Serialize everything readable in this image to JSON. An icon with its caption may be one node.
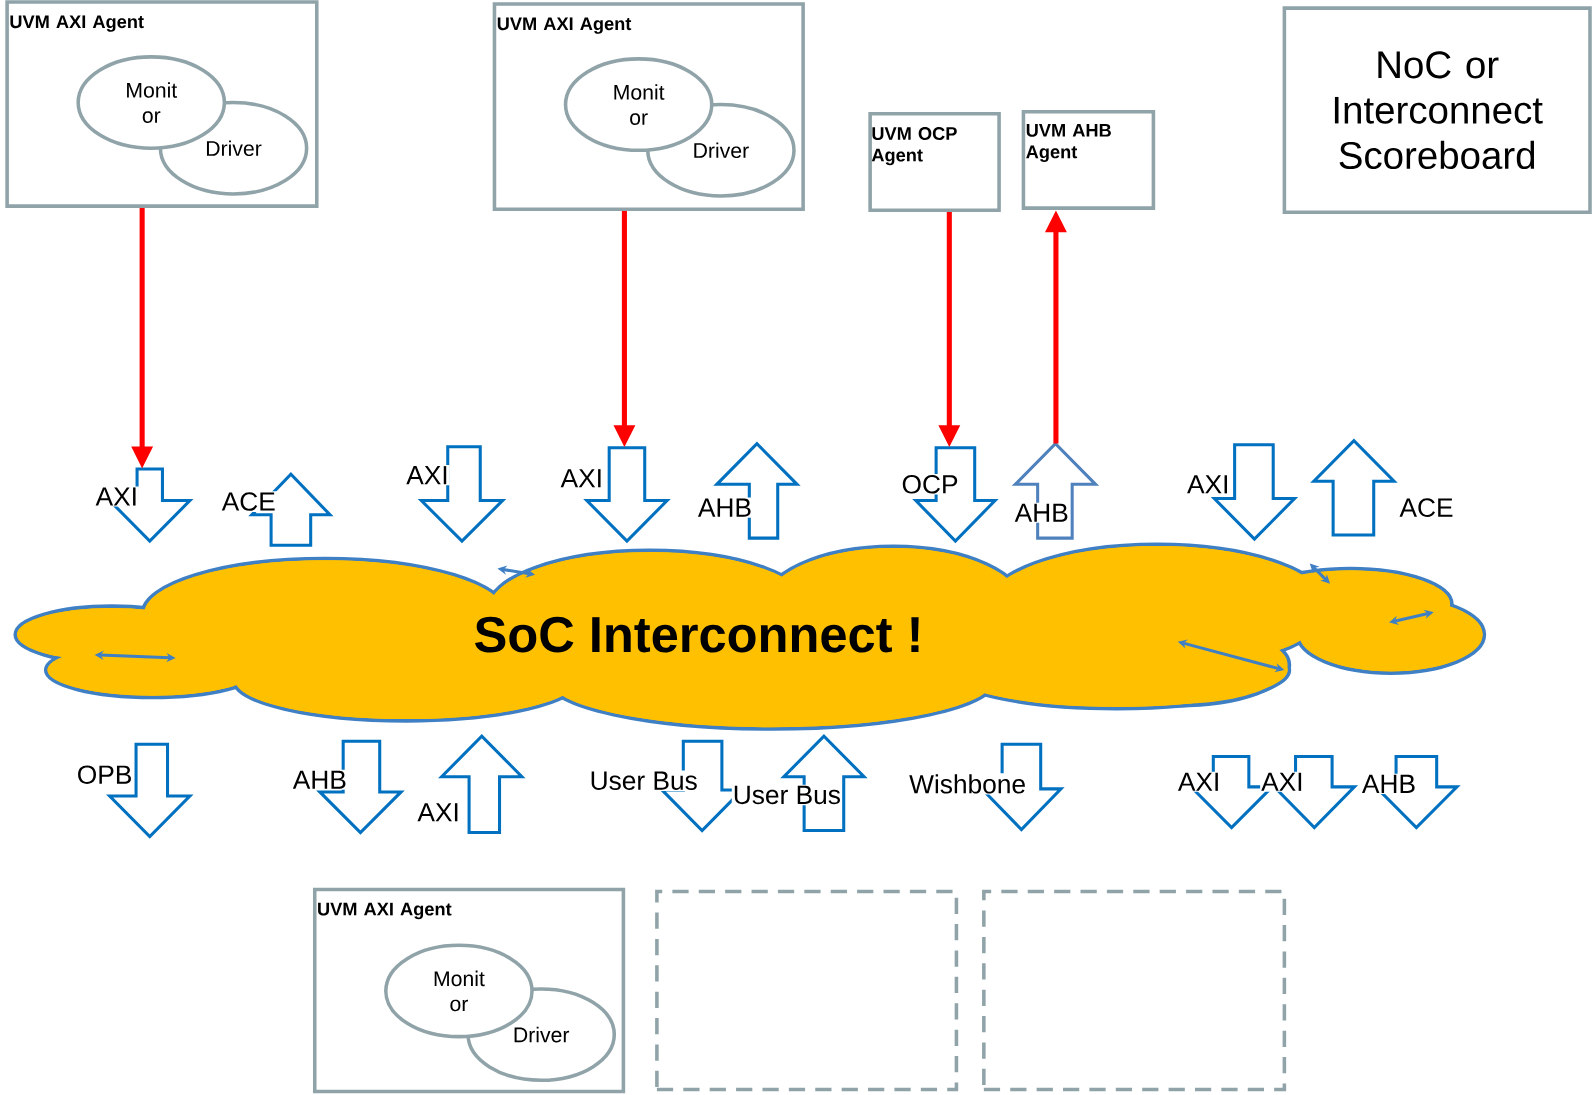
{
  "diagram": {
    "nodes": [
      {
        "text": [
          "UVM AXI Agent"
        ]
      },
      {
        "text": [
          "Monit or"
        ],
        "in": 0
      },
      {
        "text": [
          "Driver"
        ],
        "in": 0
      },
      {
        "text": [
          "UVM AXI Agent"
        ]
      },
      {
        "text": [
          "Monit or"
        ],
        "in": 3
      },
      {
        "text": [
          "Driver"
        ],
        "in": 3
      },
      {
        "text": [
          "UVM OCP Agent"
        ]
      },
      {
        "text": [
          "UVM AHB Agent"
        ]
      },
      {
        "text": [
          "NoC or Interconnect Scoreboard"
        ]
      },
      {
        "text": [
          "AXI"
        ]
      },
      {
        "text": [
          "ACE"
        ]
      },
      {
        "text": [
          "AXI"
        ]
      },
      {
        "text": [
          "AXI"
        ]
      },
      {
        "text": [
          "AHB"
        ]
      },
      {
        "text": [
          "OCP"
        ]
      },
      {
        "text": [
          "AHB"
        ]
      },
      {
        "text": [
          "AXI"
        ]
      },
      {
        "text": [
          "ACE"
        ]
      },
      {
        "text": [
          "SoC Interconnect !"
        ]
      },
      {
        "text": [
          "OPB"
        ]
      },
      {
        "text": [
          "AHB"
        ]
      },
      {
        "text": [
          "AXI"
        ]
      },
      {
        "text": [
          "User Bus"
        ]
      },
      {
        "text": [
          "User Bus"
        ]
      },
      {
        "text": [
          "Wishbone"
        ]
      },
      {
        "text": [
          "AXI"
        ]
      },
      {
        "text": [
          "AXI"
        ]
      },
      {
        "text": [
          "AHB"
        ]
      },
      {
        "text": [
          "UVM AXI Agent"
        ]
      },
      {
        "text": [
          "Monit or"
        ],
        "in": 28
      },
      {
        "text": [
          "Driver"
        ],
        "in": 28
      },
      {
        "text": [],
        "shape": "box"
      },
      {
        "text": [],
        "shape": "box"
      }
    ],
    "edges": [
      {
        "from": 0,
        "to": 9,
        "arrow": "to"
      },
      {
        "from": 3,
        "to": 12,
        "arrow": "to"
      },
      {
        "from": 6,
        "to": 14,
        "arrow": "to"
      },
      {
        "from": 15,
        "to": 7,
        "arrow": "to"
      }
    ]
  }
}
